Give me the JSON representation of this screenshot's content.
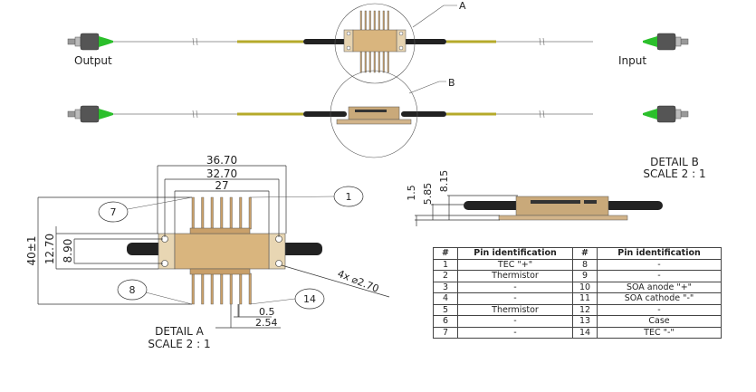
{
  "overview": {
    "output_label": "Output",
    "input_label": "Input",
    "detail_a_tag": "A",
    "detail_b_tag": "B"
  },
  "detail_a": {
    "title": "DETAIL A",
    "scale": "SCALE 2 : 1",
    "dim_overall_width": "36.70",
    "dim_hole_spacing_width": "32.70",
    "dim_body_width": "27",
    "dim_overall_height": "40±1",
    "dim_flange_height": "12.70",
    "dim_hole_spacing_height": "8.90",
    "dim_holes": "4x ⌀2.70",
    "dim_pin_width": "0.5",
    "dim_pin_pitch": "2.54",
    "callouts": [
      "7",
      "1",
      "8",
      "14"
    ]
  },
  "detail_b": {
    "title": "DETAIL B",
    "scale": "SCALE 2 : 1",
    "dim_base": "1.5",
    "dim_fiber_axis": "5.85",
    "dim_total_height": "8.15"
  },
  "colors": {
    "body": "#d9b57e",
    "fiber_yellow": "#b5aa2a",
    "connector_green": "#2bbf2b",
    "boot_black": "#222222"
  },
  "pin_table": {
    "headers": [
      "#",
      "Pin identification",
      "#",
      "Pin identification"
    ],
    "rows": [
      [
        "1",
        "TEC \"+\"",
        "8",
        "-"
      ],
      [
        "2",
        "Thermistor",
        "9",
        "-"
      ],
      [
        "3",
        "-",
        "10",
        "SOA anode \"+\""
      ],
      [
        "4",
        "-",
        "11",
        "SOA cathode \"-\""
      ],
      [
        "5",
        "Thermistor",
        "12",
        "-"
      ],
      [
        "6",
        "-",
        "13",
        "Case"
      ],
      [
        "7",
        "-",
        "14",
        "TEC \"-\""
      ]
    ]
  }
}
